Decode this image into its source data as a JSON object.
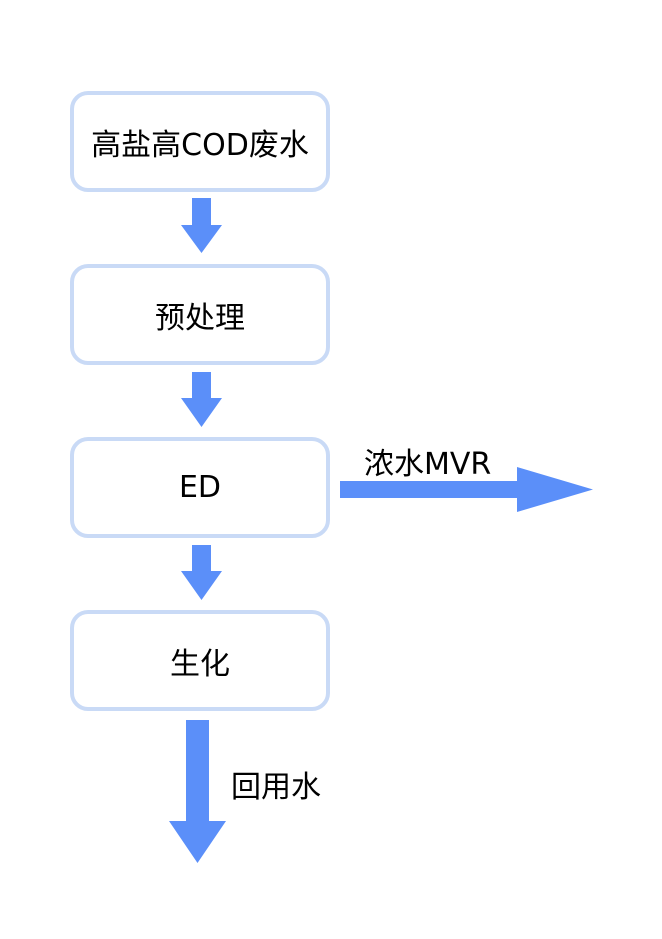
{
  "diagram": {
    "accent_color": "#5b8ff9",
    "box_border_color": "#c9daf6",
    "steps": [
      {
        "label": "高盐高COD废水"
      },
      {
        "label": "预处理"
      },
      {
        "label": "ED"
      },
      {
        "label": "生化"
      }
    ],
    "side_output": {
      "label": "浓水MVR"
    },
    "final_output": {
      "label": "回用水"
    }
  }
}
